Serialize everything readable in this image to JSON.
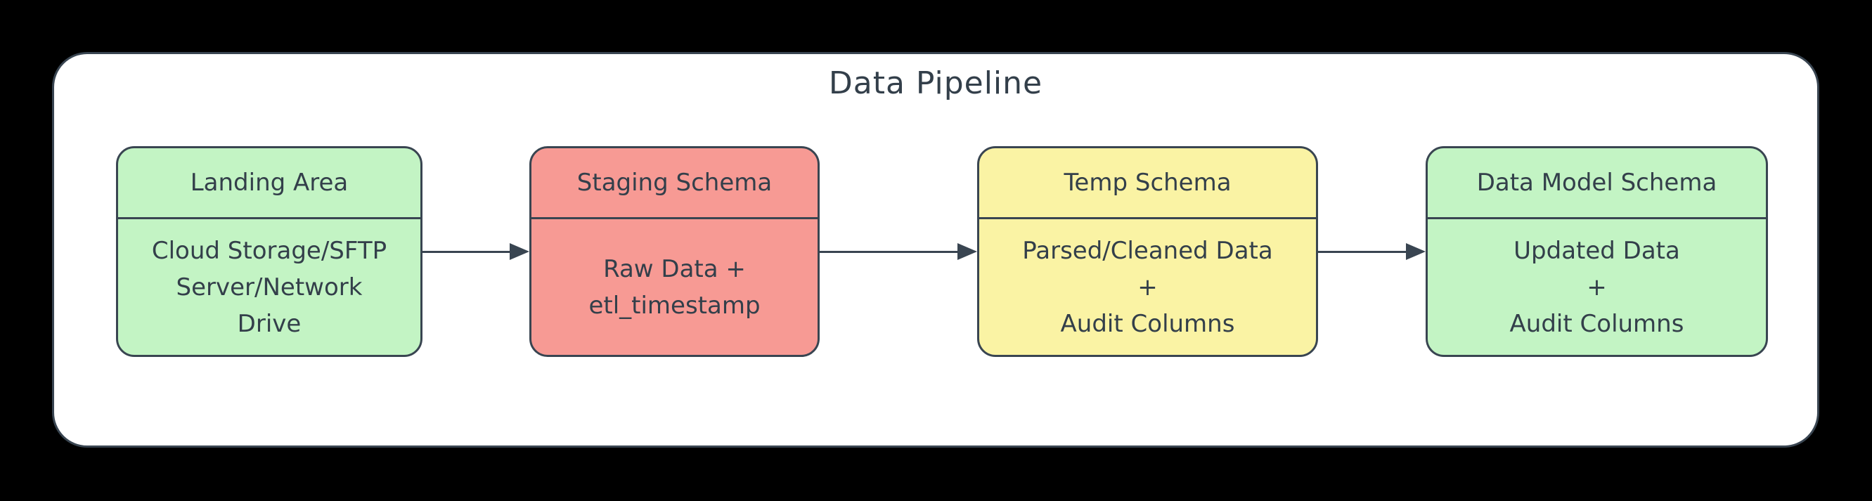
{
  "page": {
    "background": "#000000"
  },
  "diagram": {
    "title": "Data Pipeline",
    "frame": {
      "fill": "#ffffff",
      "stroke": "#394551"
    },
    "text_color": "#333f4a",
    "arrow_color": "#394551",
    "nodes": [
      {
        "label": "Landing Area",
        "lines": [
          "Cloud Storage/SFTP",
          "Server/Network",
          "Drive"
        ],
        "fill": "#c3f4c4",
        "stroke": "#394551"
      },
      {
        "label": "Staging Schema",
        "lines": [
          "Raw Data +",
          "etl_timestamp"
        ],
        "fill": "#f79a94",
        "stroke": "#394551"
      },
      {
        "label": "Temp Schema",
        "lines": [
          "Parsed/Cleaned Data",
          "+",
          "Audit Columns"
        ],
        "fill": "#faf3a4",
        "stroke": "#394551"
      },
      {
        "label": "Data Model Schema",
        "lines": [
          "Updated Data",
          "+",
          "Audit Columns"
        ],
        "fill": "#c3f4c4",
        "stroke": "#394551"
      }
    ],
    "arrows": [
      {
        "from": "Landing Area",
        "to": "Staging Schema"
      },
      {
        "from": "Staging Schema",
        "to": "Temp Schema"
      },
      {
        "from": "Temp Schema",
        "to": "Data Model Schema"
      }
    ]
  }
}
